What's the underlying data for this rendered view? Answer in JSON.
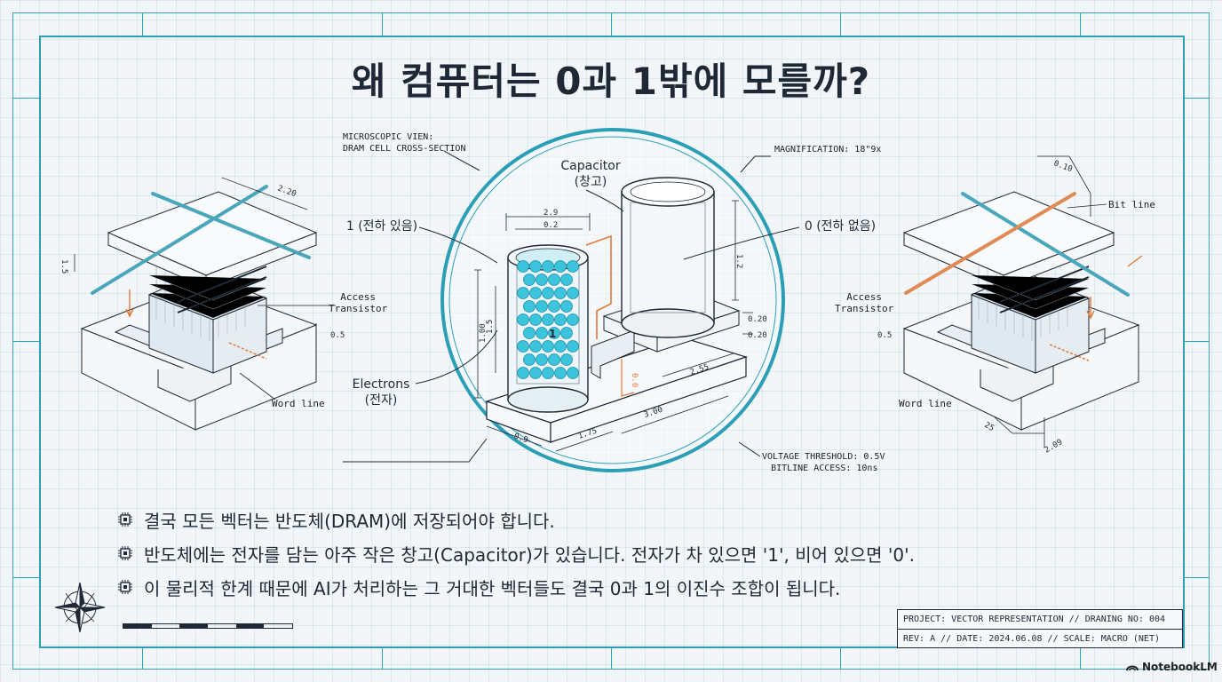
{
  "title": "왜 컴퓨터는 0과 1밖에 모를까?",
  "notes": {
    "microscopic": [
      "MICROSCOPIC VIEN:",
      "DRAM CELL CROSS-SECTION"
    ],
    "magnification": "MAGNIFICATION: 18\"9x",
    "voltage": "VOLTAGE THRESHOLD: 0.5V",
    "bitline_access": "BITLINE ACCESS: 10ns"
  },
  "center_labels": {
    "capacitor": "Capacitor",
    "capacitor_kr": "(창고)",
    "one_charged": "1 (전하 있음)",
    "zero_empty": "0 (전하 없음)",
    "electrons": "Electrons",
    "electrons_kr": "(전자)",
    "one_marker": "1"
  },
  "left_labels": {
    "access_transistor": [
      "Access",
      "Transistor"
    ],
    "word_line": "Word line"
  },
  "right_labels": {
    "access_transistor": [
      "Access",
      "Transistor"
    ],
    "word_line": "Word line",
    "bit_line": "Bit line"
  },
  "dimensions": {
    "left": [
      "2.20",
      "1.5",
      "0.5"
    ],
    "center": [
      "2.9",
      "0.2",
      "1.00",
      "1.5",
      "0.9",
      "1.75",
      "3.00",
      "2.55",
      "0.20",
      "0.20",
      "1.2",
      "0.0"
    ],
    "right": [
      "0.10",
      "0.5",
      "25",
      "2.09"
    ]
  },
  "bullets": [
    "결국 모든 벡터는 반도체(DRAM)에 저장되어야 합니다.",
    "반도체에는 전자를 담는 아주 작은 창고(Capacitor)가 있습니다. 전자가 차 있으면 '1', 비어 있으면 '0'.",
    "이 물리적 한계 때문에 AI가 처리하는 그 거대한 벡터들도 결국 0과 1의 이진수 조합이 됩니다."
  ],
  "title_block": {
    "row1": "PROJECT: VECTOR REPRESENTATION // DRANING NO: 004",
    "row2": "REV: A // DATE: 2024.06.08 // SCALE: MACRO (NET)"
  },
  "logo": "NotebookLM",
  "colors": {
    "accent": "#2b9fb5",
    "electron": "#3cc4dd",
    "orange": "#e07a3a",
    "ink": "#1e2935"
  }
}
